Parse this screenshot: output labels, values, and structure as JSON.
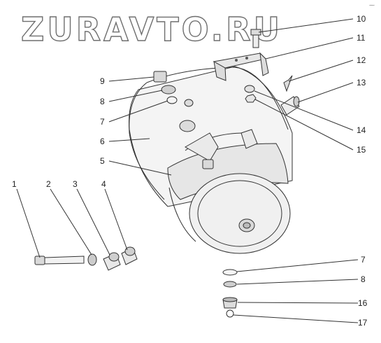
{
  "watermark": "ZURAVTO.RU",
  "corner_mark": "⁓",
  "callouts": [
    "1",
    "2",
    "3",
    "4",
    "5",
    "6",
    "7",
    "8",
    "9",
    "10",
    "11",
    "12",
    "13",
    "14",
    "15",
    "7",
    "8",
    "16",
    "17"
  ],
  "colors": {
    "line": "#333333",
    "tank": "#f4f4f4",
    "shade": "#dcdcdc",
    "watermark_stroke": "#6f6f6f"
  }
}
